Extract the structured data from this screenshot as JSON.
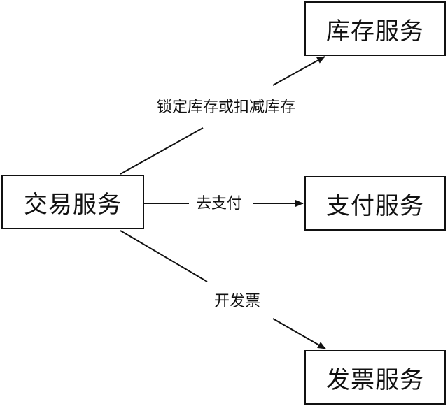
{
  "nodes": {
    "trade": "交易服务",
    "inventory": "库存服务",
    "payment": "支付服务",
    "invoice": "发票服务"
  },
  "edges": {
    "lock_inventory": "锁定库存或扣减库存",
    "go_pay": "去支付",
    "issue_invoice": "开发票"
  }
}
